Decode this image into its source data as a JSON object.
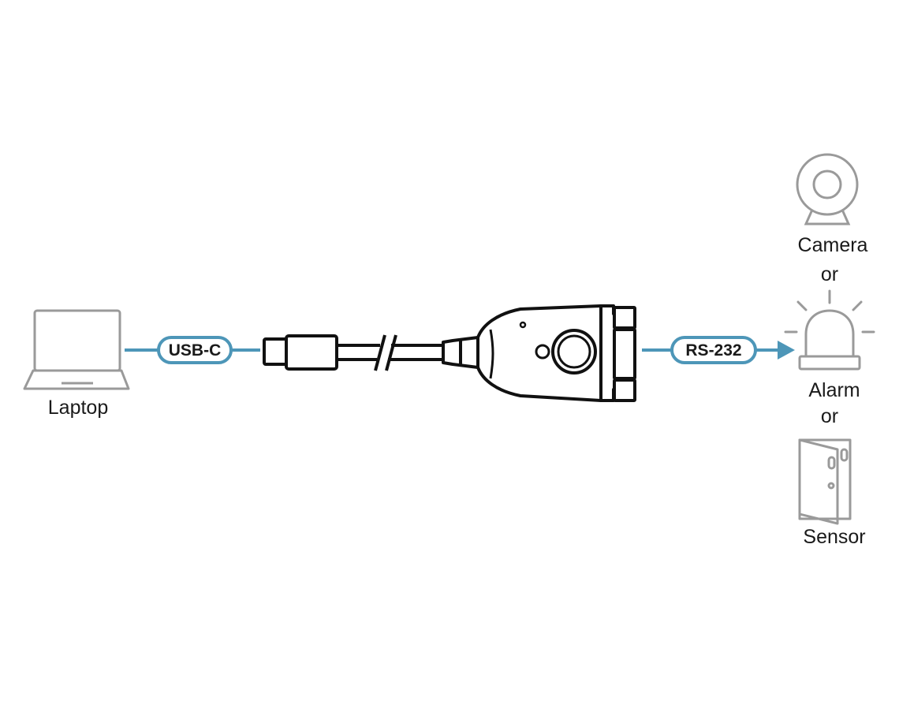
{
  "nodes": {
    "laptop": {
      "label": "Laptop"
    },
    "camera": {
      "label": "Camera"
    },
    "alarm": {
      "label": "Alarm"
    },
    "sensor": {
      "label": "Sensor"
    }
  },
  "connections": {
    "usb_c": {
      "label": "USB-C"
    },
    "rs232": {
      "label": "RS-232"
    }
  },
  "separators": {
    "or_1": "or",
    "or_2": "or"
  },
  "colors": {
    "link": "#4d96b8",
    "device_outline": "#9a9a9a",
    "cable_outline": "#111111",
    "pill_fill": "#ffffff",
    "text": "#1a1a1a"
  }
}
